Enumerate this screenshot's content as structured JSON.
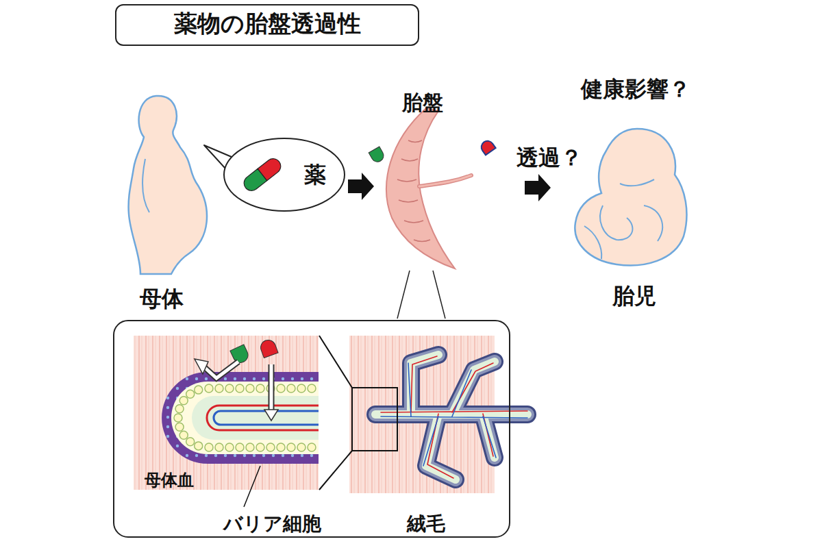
{
  "diagram": {
    "title": "薬物の胎盤透過性",
    "nodes": [
      {
        "text": [
          "薬"
        ]
      },
      {
        "text": [
          "母体血",
          "バリア細胞",
          "絨毛"
        ]
      }
    ],
    "labels": [
      "胎盤",
      "透過？",
      "健康影響？",
      "母体",
      "胎児"
    ]
  }
}
